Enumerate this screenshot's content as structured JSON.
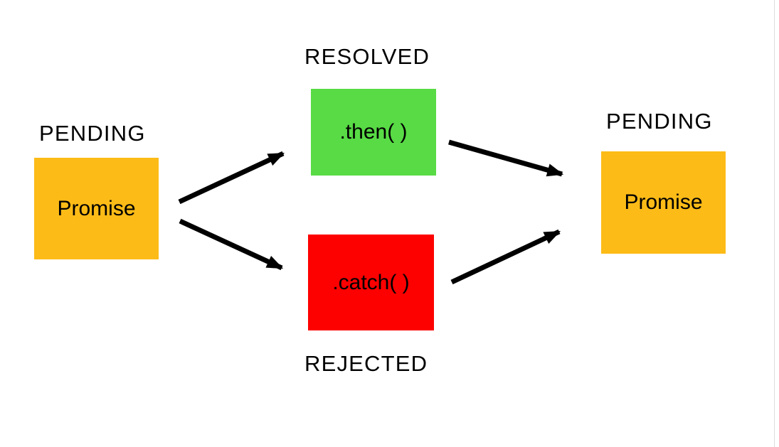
{
  "diagram": {
    "title_semantic": "promise-lifecycle-flowchart",
    "nodes": {
      "left_promise": {
        "state_label": "PENDING",
        "text": "Promise"
      },
      "resolved": {
        "state_label": "RESOLVED",
        "text": ".then( )"
      },
      "rejected": {
        "state_label": "REJECTED",
        "text": ".catch( )"
      },
      "right_promise": {
        "state_label": "PENDING",
        "text": "Promise"
      }
    },
    "edges": [
      {
        "from": "left_promise",
        "to": "resolved"
      },
      {
        "from": "left_promise",
        "to": "rejected"
      },
      {
        "from": "resolved",
        "to": "right_promise"
      },
      {
        "from": "rejected",
        "to": "right_promise"
      }
    ]
  },
  "colors": {
    "pending_box": "#FDBB17",
    "resolved_box": "#58DB45",
    "rejected_box": "#FD0000",
    "arrow": "#000000",
    "text": "#000000",
    "canvas_edge": "#DEDEDE"
  }
}
